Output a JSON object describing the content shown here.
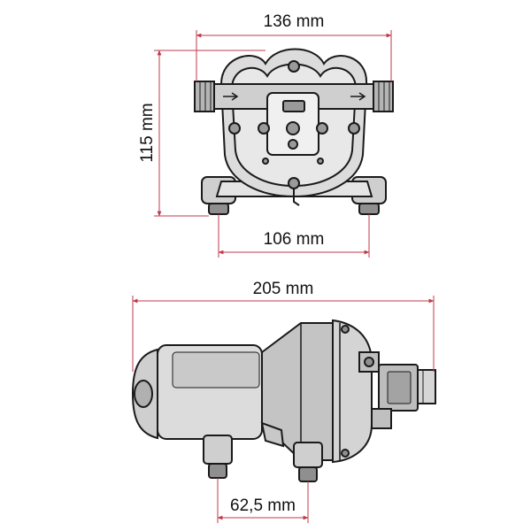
{
  "dimensions": {
    "top_width": "136 mm",
    "height": "115 mm",
    "feet_spacing": "106 mm",
    "length": "205 mm",
    "side_feet_spacing": "62,5 mm"
  },
  "colors": {
    "dimension_line": "#c0394b",
    "outline": "#1a1a1a",
    "body_fill": "#d9d9d9",
    "dark_fill": "#9a9a9a"
  }
}
